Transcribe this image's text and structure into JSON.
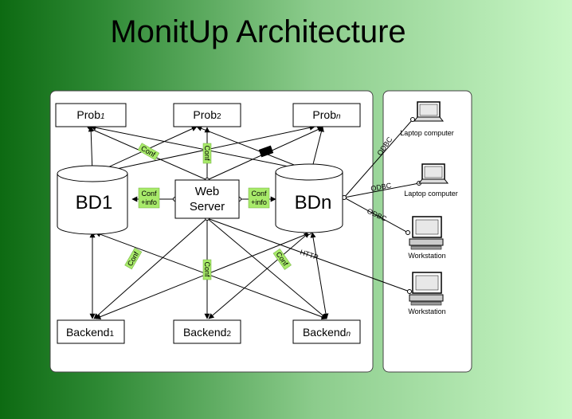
{
  "title": "MonitUp Architecture",
  "probes": [
    {
      "base": "Prob",
      "sub": "1"
    },
    {
      "base": "Prob",
      "sub": "2"
    },
    {
      "base": "Prob",
      "sub": "n"
    }
  ],
  "databases": [
    "BD1",
    "BDn"
  ],
  "web_server": [
    "Web",
    "Server"
  ],
  "backends": [
    {
      "base": "Backend",
      "sub": "1"
    },
    {
      "base": "Backend",
      "sub": "2"
    },
    {
      "base": "Backend",
      "sub": "n"
    }
  ],
  "clients": [
    {
      "label": "Laptop computer",
      "kind": "laptop"
    },
    {
      "label": "Laptop computer",
      "kind": "laptop"
    },
    {
      "label": "Workstation",
      "kind": "workstation"
    },
    {
      "label": "Workstation",
      "kind": "workstation"
    }
  ],
  "tags": {
    "conf": "Conf",
    "conf_info": [
      "Conf",
      "+info"
    ],
    "odbc": "ODBC",
    "http": "HTTP"
  },
  "colors": {
    "background_left": "#0d6a12",
    "background_right": "#c9f7c6",
    "conf_tag": "#a8ea6a"
  }
}
